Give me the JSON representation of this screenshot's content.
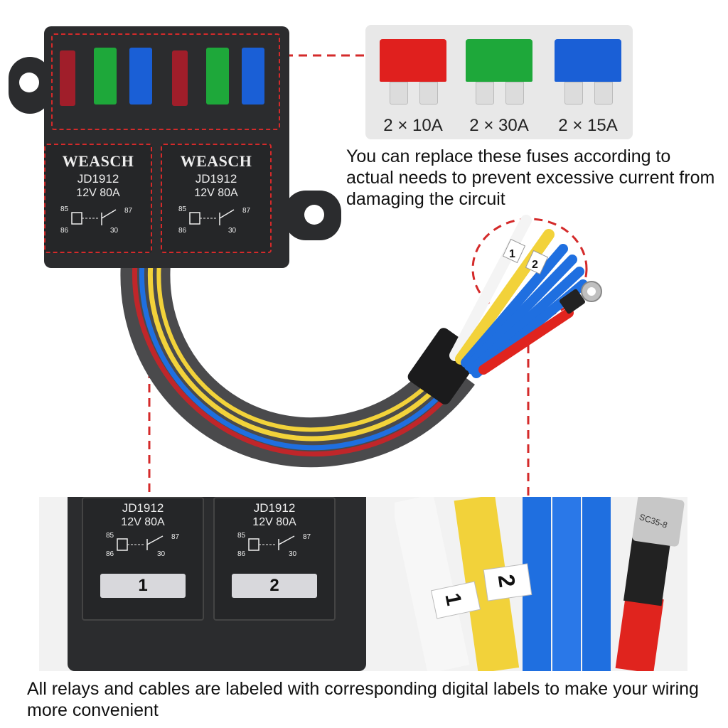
{
  "fuses": [
    {
      "label": "2 × 10A",
      "color": "#e0201e"
    },
    {
      "label": "2 × 30A",
      "color": "#1ea83a"
    },
    {
      "label": "2 × 15A",
      "color": "#1a5fd6"
    }
  ],
  "fuse_note": "You can replace these fuses according to actual needs to prevent excessive current from damaging the circuit",
  "relays": [
    {
      "brand": "WEASCH",
      "model": "JD1912",
      "spec": "12V  80A",
      "pin85": "85",
      "pin86": "86",
      "pin87": "87",
      "pin30": "30"
    },
    {
      "brand": "WEASCH",
      "model": "JD1912",
      "spec": "12V  80A",
      "pin85": "85",
      "pin86": "86",
      "pin87": "87",
      "pin30": "30"
    }
  ],
  "detail_relays": [
    {
      "model": "JD1912",
      "spec": "12V  80A",
      "pin85": "85",
      "pin86": "86",
      "pin87": "87",
      "pin30": "30",
      "tag": "1"
    },
    {
      "model": "JD1912",
      "spec": "12V  80A",
      "pin85": "85",
      "pin86": "86",
      "pin87": "87",
      "pin30": "30",
      "tag": "2"
    }
  ],
  "wire_tags": [
    "1",
    "2"
  ],
  "terminal_mark": "SC35-8",
  "bottom_note": "All relays and cables are labeled with corresponding digital labels to make your wiring more convenient",
  "colors": {
    "accent_dash": "#d42a2a",
    "housing": "#2b2c2e",
    "wire_yellow": "#f2d23a",
    "wire_blue": "#1f6fe0",
    "wire_red": "#e0241e"
  }
}
